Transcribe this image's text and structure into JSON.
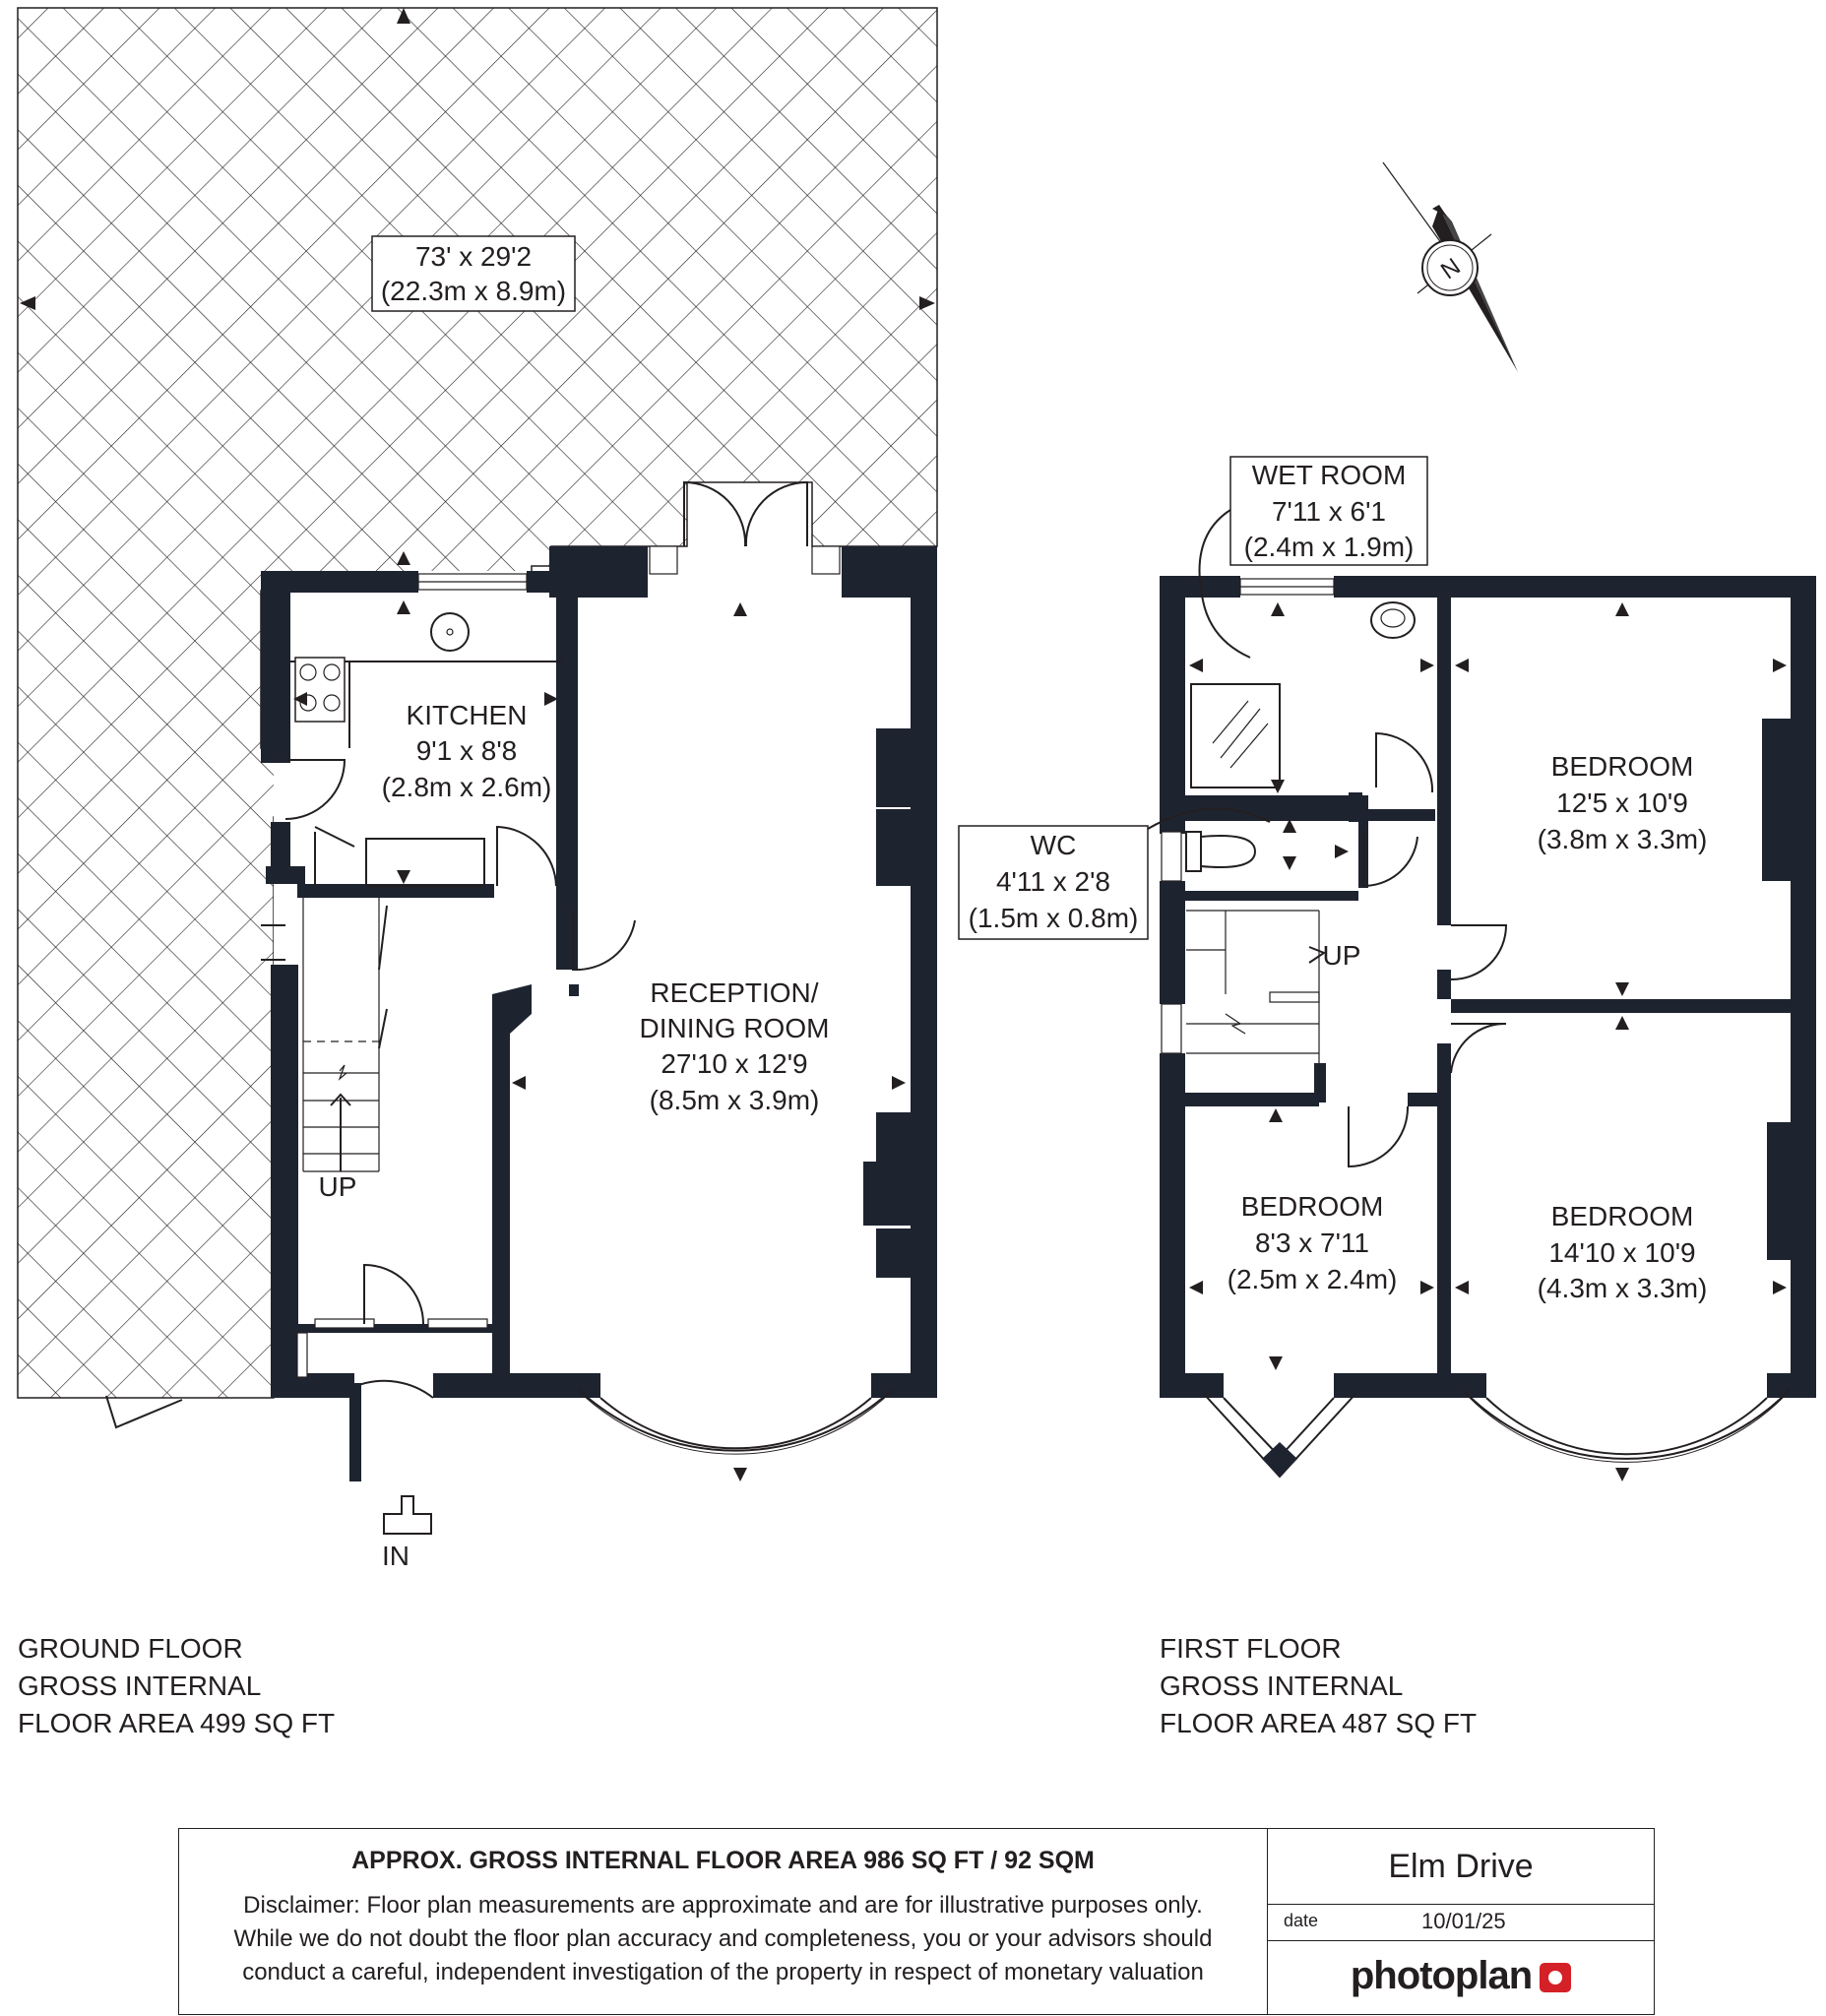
{
  "garden": {
    "size_imperial": "73' x 29'2",
    "size_metric": "(22.3m x 8.9m)"
  },
  "rooms": {
    "kitchen": {
      "name": "KITCHEN",
      "size_imperial": "9'1 x 8'8",
      "size_metric": "(2.8m x 2.6m)"
    },
    "reception": {
      "name_line1": "RECEPTION/",
      "name_line2": "DINING ROOM",
      "size_imperial": "27'10 x 12'9",
      "size_metric": "(8.5m x 3.9m)"
    },
    "wet_room": {
      "name": "WET ROOM",
      "size_imperial": "7'11 x 6'1",
      "size_metric": "(2.4m x 1.9m)"
    },
    "wc": {
      "name": "WC",
      "size_imperial": "4'11 x 2'8",
      "size_metric": "(1.5m x 0.8m)"
    },
    "bedroom_1": {
      "name": "BEDROOM",
      "size_imperial": "12'5 x 10'9",
      "size_metric": "(3.8m x 3.3m)"
    },
    "bedroom_2": {
      "name": "BEDROOM",
      "size_imperial": "8'3 x 7'11",
      "size_metric": "(2.5m x 2.4m)"
    },
    "bedroom_3": {
      "name": "BEDROOM",
      "size_imperial": "14'10 x 10'9",
      "size_metric": "(4.3m x 3.3m)"
    }
  },
  "markers": {
    "stairs_up": "UP",
    "entrance": "IN",
    "north": "N"
  },
  "ground_floor": {
    "line1": "GROUND FLOOR",
    "line2": "GROSS INTERNAL",
    "line3": "FLOOR AREA 499 SQ FT"
  },
  "first_floor": {
    "line1": "FIRST FLOOR",
    "line2": "GROSS INTERNAL",
    "line3": "FLOOR AREA 487 SQ FT"
  },
  "footer": {
    "total_area": "APPROX. GROSS INTERNAL FLOOR AREA 986 SQ FT / 92 SQM",
    "disclaimer_line1": "Disclaimer: Floor plan measurements are approximate and are for illustrative purposes only.",
    "disclaimer_line2": "While we do not doubt the floor plan accuracy and completeness, you or your advisors should",
    "disclaimer_line3": "conduct a careful, independent investigation of the property in respect of monetary valuation",
    "address": "Elm Drive",
    "date_label": "date",
    "date_value": "10/01/25",
    "brand": "photoplan"
  },
  "colors": {
    "wall": "#1e2330",
    "line": "#231f20",
    "brand_red": "#d42027"
  }
}
